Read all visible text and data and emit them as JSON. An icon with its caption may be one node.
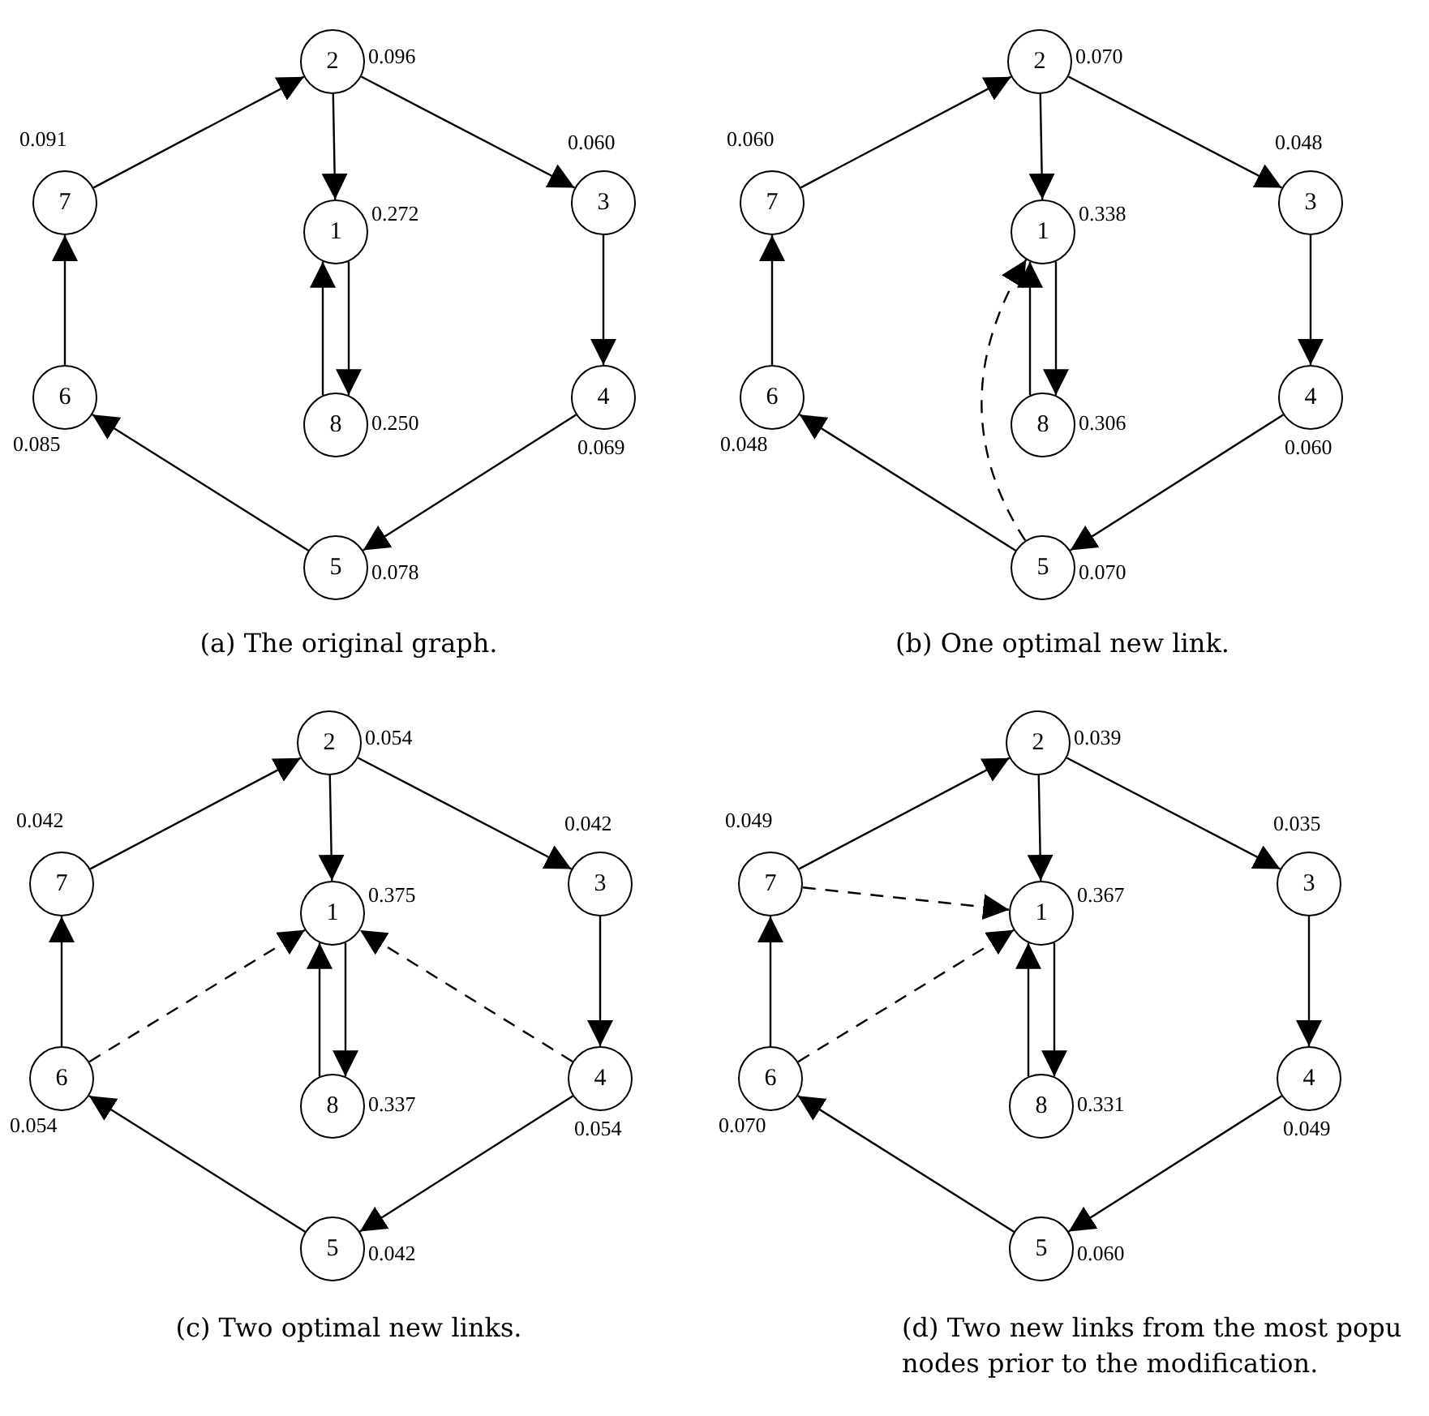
{
  "diagram": {
    "nodes": [
      {
        "text": [
          "1"
        ],
        "beside": [
          "0.272"
        ]
      },
      {
        "text": [
          "2"
        ],
        "beside": [
          "0.096"
        ]
      },
      {
        "text": [
          "3"
        ],
        "beside": [
          "0.060"
        ]
      },
      {
        "text": [
          "4"
        ],
        "beside": [
          "0.069"
        ]
      },
      {
        "text": [
          "5"
        ],
        "beside": [
          "0.078"
        ]
      },
      {
        "text": [
          "6"
        ],
        "beside": [
          "0.085"
        ]
      },
      {
        "text": [
          "7"
        ],
        "beside": [
          "0.091"
        ]
      },
      {
        "text": [
          "8"
        ],
        "beside": [
          "0.250"
        ]
      },
      {
        "text": [
          "1"
        ],
        "beside": [
          "0.338"
        ]
      },
      {
        "text": [
          "2"
        ],
        "beside": [
          "0.070"
        ]
      },
      {
        "text": [
          "3"
        ],
        "beside": [
          "0.048"
        ]
      },
      {
        "text": [
          "4"
        ],
        "beside": [
          "0.060"
        ]
      },
      {
        "text": [
          "5"
        ],
        "beside": [
          "0.070"
        ]
      },
      {
        "text": [
          "6"
        ],
        "beside": [
          "0.048"
        ]
      },
      {
        "text": [
          "7"
        ],
        "beside": [
          "0.060"
        ]
      },
      {
        "text": [
          "8"
        ],
        "beside": [
          "0.306"
        ]
      },
      {
        "text": [
          "1"
        ],
        "beside": [
          "0.375"
        ]
      },
      {
        "text": [
          "2"
        ],
        "beside": [
          "0.054"
        ]
      },
      {
        "text": [
          "3"
        ],
        "beside": [
          "0.042"
        ]
      },
      {
        "text": [
          "4"
        ],
        "beside": [
          "0.054"
        ]
      },
      {
        "text": [
          "5"
        ],
        "beside": [
          "0.042"
        ]
      },
      {
        "text": [
          "6"
        ],
        "beside": [
          "0.054"
        ]
      },
      {
        "text": [
          "7"
        ],
        "beside": [
          "0.042"
        ]
      },
      {
        "text": [
          "8"
        ],
        "beside": [
          "0.337"
        ]
      },
      {
        "text": [
          "1"
        ],
        "beside": [
          "0.367"
        ]
      },
      {
        "text": [
          "2"
        ],
        "beside": [
          "0.039"
        ]
      },
      {
        "text": [
          "3"
        ],
        "beside": [
          "0.035"
        ]
      },
      {
        "text": [
          "4"
        ],
        "beside": [
          "0.049"
        ]
      },
      {
        "text": [
          "5"
        ],
        "beside": [
          "0.060"
        ]
      },
      {
        "text": [
          "6"
        ],
        "beside": [
          "0.070"
        ]
      },
      {
        "text": [
          "7"
        ],
        "beside": [
          "0.049"
        ]
      },
      {
        "text": [
          "8"
        ],
        "beside": [
          "0.331"
        ]
      }
    ],
    "edges": [
      {
        "from": 1,
        "to": 0,
        "arrow": "to"
      },
      {
        "from": 1,
        "to": 2,
        "arrow": "to"
      },
      {
        "from": 2,
        "to": 3,
        "arrow": "to"
      },
      {
        "from": 3,
        "to": 4,
        "arrow": "to"
      },
      {
        "from": 4,
        "to": 5,
        "arrow": "to"
      },
      {
        "from": 5,
        "to": 6,
        "arrow": "to"
      },
      {
        "from": 6,
        "to": 1,
        "arrow": "to"
      },
      {
        "from": 7,
        "to": 0,
        "arrow": "to"
      },
      {
        "from": 0,
        "to": 7,
        "arrow": "to"
      },
      {
        "from": 9,
        "to": 8,
        "arrow": "to"
      },
      {
        "from": 9,
        "to": 10,
        "arrow": "to"
      },
      {
        "from": 10,
        "to": 11,
        "arrow": "to"
      },
      {
        "from": 11,
        "to": 12,
        "arrow": "to"
      },
      {
        "from": 12,
        "to": 13,
        "arrow": "to"
      },
      {
        "from": 13,
        "to": 14,
        "arrow": "to"
      },
      {
        "from": 14,
        "to": 9,
        "arrow": "to"
      },
      {
        "from": 15,
        "to": 8,
        "arrow": "to"
      },
      {
        "from": 8,
        "to": 15,
        "arrow": "to"
      },
      {
        "from": 12,
        "to": 8,
        "arrow": "to",
        "style": "dashed"
      },
      {
        "from": 17,
        "to": 16,
        "arrow": "to"
      },
      {
        "from": 17,
        "to": 18,
        "arrow": "to"
      },
      {
        "from": 18,
        "to": 19,
        "arrow": "to"
      },
      {
        "from": 19,
        "to": 20,
        "arrow": "to"
      },
      {
        "from": 20,
        "to": 21,
        "arrow": "to"
      },
      {
        "from": 21,
        "to": 22,
        "arrow": "to"
      },
      {
        "from": 22,
        "to": 17,
        "arrow": "to"
      },
      {
        "from": 23,
        "to": 16,
        "arrow": "to"
      },
      {
        "from": 16,
        "to": 23,
        "arrow": "to"
      },
      {
        "from": 21,
        "to": 16,
        "arrow": "to",
        "style": "dashed"
      },
      {
        "from": 19,
        "to": 16,
        "arrow": "to",
        "style": "dashed"
      },
      {
        "from": 25,
        "to": 24,
        "arrow": "to"
      },
      {
        "from": 25,
        "to": 26,
        "arrow": "to"
      },
      {
        "from": 26,
        "to": 27,
        "arrow": "to"
      },
      {
        "from": 27,
        "to": 28,
        "arrow": "to"
      },
      {
        "from": 28,
        "to": 29,
        "arrow": "to"
      },
      {
        "from": 29,
        "to": 30,
        "arrow": "to"
      },
      {
        "from": 30,
        "to": 25,
        "arrow": "to"
      },
      {
        "from": 31,
        "to": 24,
        "arrow": "to"
      },
      {
        "from": 24,
        "to": 31,
        "arrow": "to"
      },
      {
        "from": 30,
        "to": 24,
        "arrow": "to",
        "style": "dashed"
      },
      {
        "from": 29,
        "to": 24,
        "arrow": "to",
        "style": "dashed"
      }
    ],
    "labels": [
      "(a) The original graph.",
      "(b) One optimal new link.",
      "(c) Two optimal new links.",
      "(d) Two new links from the most popu nodes prior to the modification."
    ]
  }
}
